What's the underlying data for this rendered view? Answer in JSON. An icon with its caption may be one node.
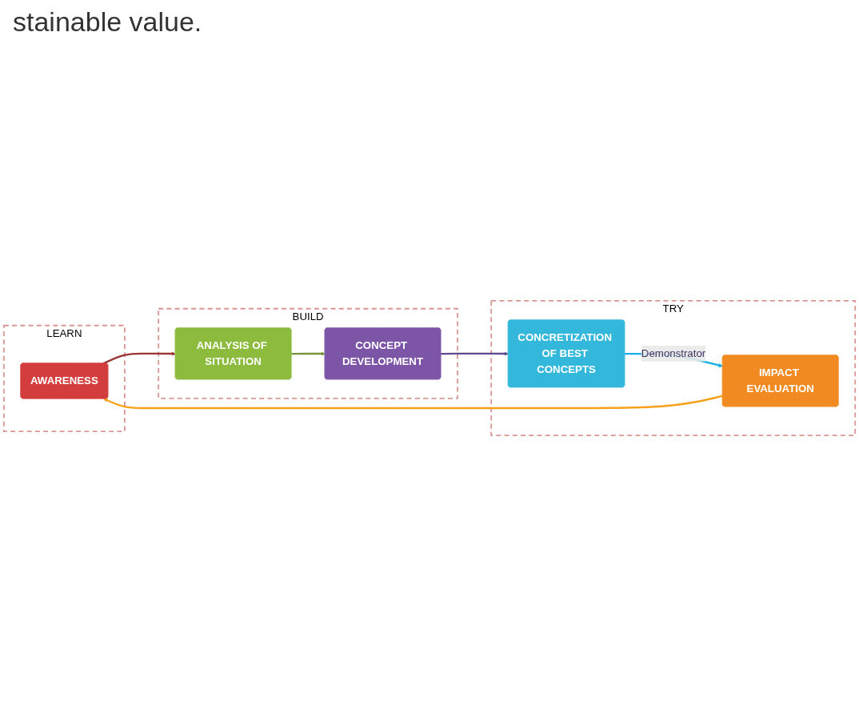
{
  "diagram": {
    "nodes": [
      {
        "text": [
          "LEARN"
        ]
      },
      {
        "text": [
          "AWARENESS"
        ],
        "in": 0
      },
      {
        "text": [
          "TRY"
        ]
      },
      {
        "text": [
          "IMPACT EVALUATION"
        ],
        "in": 2
      },
      {
        "text": [
          "BUILD"
        ]
      },
      {
        "text": [
          "ANALYSIS OF SITUATION"
        ],
        "in": 4
      },
      {
        "text": [
          "CONCRETIZATION OF BEST CONCEPTS"
        ],
        "in": 2
      },
      {
        "text": [
          "CONCEPT DEVELOPMENT"
        ],
        "in": 4
      }
    ],
    "edges": [
      {
        "from": 1,
        "to": 5,
        "arrow": "to",
        "color": "#9b3434"
      },
      {
        "from": 5,
        "to": 7,
        "arrow": "to",
        "color": "#77933c"
      },
      {
        "from": 7,
        "to": 6,
        "arrow": "to",
        "color": "#5f4b8b"
      },
      {
        "from": 6,
        "to": 3,
        "arrow": "to",
        "label": "Demonstrator",
        "color": "#18aee6"
      },
      {
        "from": 3,
        "to": 1,
        "arrow": "to",
        "color": "#f7a11a"
      }
    ],
    "labels": [
      "stainable value."
    ]
  }
}
